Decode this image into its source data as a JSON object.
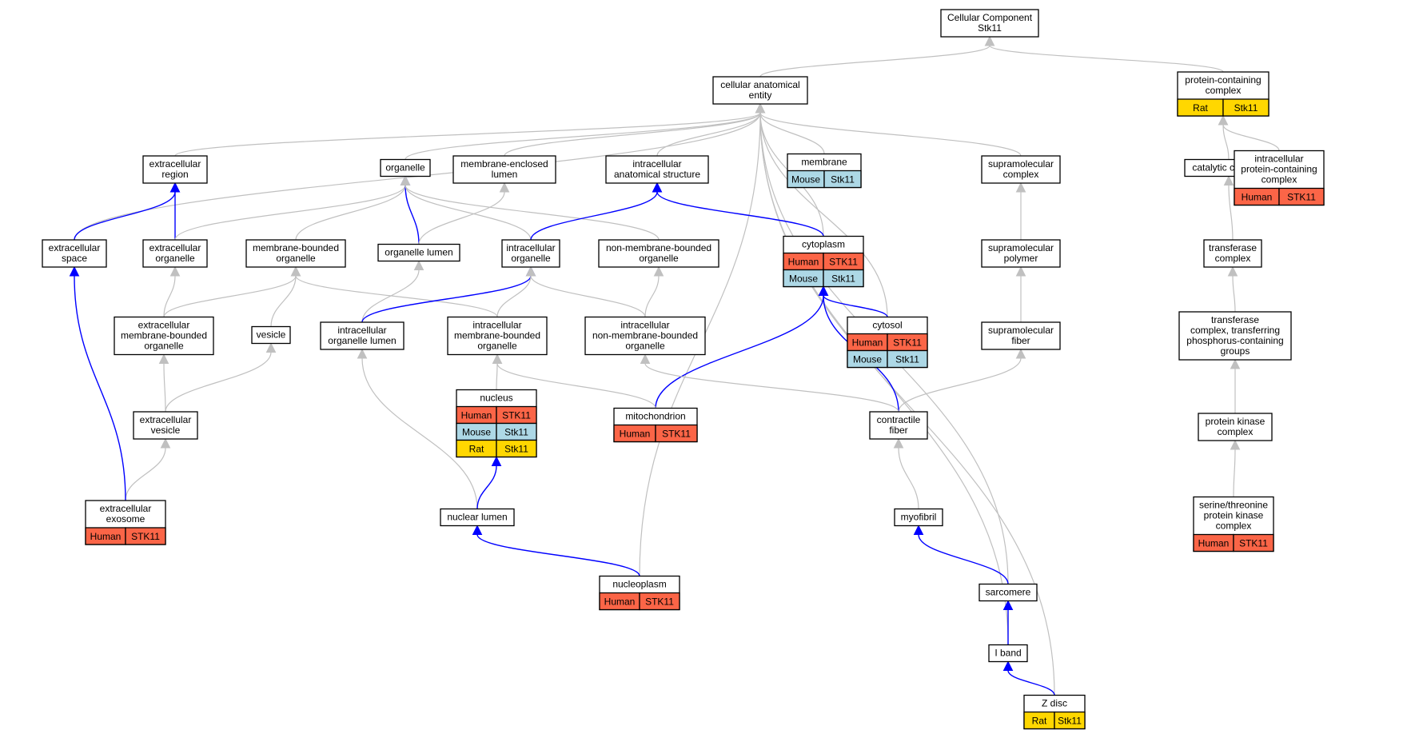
{
  "colors": {
    "human": "#fb6547",
    "mouse": "#add8e6",
    "rat": "#ffd700",
    "edge_isa": "#c0c0c0",
    "edge_partof": "#0000ff"
  },
  "nodes": [
    {
      "id": "cc",
      "lines": [
        "Cellular Component",
        "Stk11"
      ],
      "annotations": []
    },
    {
      "id": "cae",
      "lines": [
        "cellular anatomical",
        "entity"
      ],
      "annotations": []
    },
    {
      "id": "pcc",
      "lines": [
        "protein-containing",
        "complex"
      ],
      "annotations": [
        {
          "species": "Rat",
          "gene": "Stk11"
        }
      ]
    },
    {
      "id": "er",
      "lines": [
        "extracellular",
        "region"
      ],
      "annotations": []
    },
    {
      "id": "org",
      "lines": [
        "organelle"
      ],
      "annotations": []
    },
    {
      "id": "mel",
      "lines": [
        "membrane-enclosed",
        "lumen"
      ],
      "annotations": []
    },
    {
      "id": "ias",
      "lines": [
        "intracellular",
        "anatomical structure"
      ],
      "annotations": []
    },
    {
      "id": "mem",
      "lines": [
        "membrane"
      ],
      "annotations": [
        {
          "species": "Mouse",
          "gene": "Stk11"
        }
      ]
    },
    {
      "id": "smc",
      "lines": [
        "supramolecular",
        "complex"
      ],
      "annotations": []
    },
    {
      "id": "catc",
      "lines": [
        "catalytic complex"
      ],
      "annotations": []
    },
    {
      "id": "ipcc",
      "lines": [
        "intracellular",
        "protein-containing",
        "complex"
      ],
      "annotations": [
        {
          "species": "Human",
          "gene": "STK11"
        }
      ]
    },
    {
      "id": "es",
      "lines": [
        "extracellular",
        "space"
      ],
      "annotations": []
    },
    {
      "id": "eo",
      "lines": [
        "extracellular",
        "organelle"
      ],
      "annotations": []
    },
    {
      "id": "mbo",
      "lines": [
        "membrane-bounded",
        "organelle"
      ],
      "annotations": []
    },
    {
      "id": "ol",
      "lines": [
        "organelle lumen"
      ],
      "annotations": []
    },
    {
      "id": "io",
      "lines": [
        "intracellular",
        "organelle"
      ],
      "annotations": []
    },
    {
      "id": "nmbo",
      "lines": [
        "non-membrane-bounded",
        "organelle"
      ],
      "annotations": []
    },
    {
      "id": "cyto",
      "lines": [
        "cytoplasm"
      ],
      "annotations": [
        {
          "species": "Human",
          "gene": "STK11"
        },
        {
          "species": "Mouse",
          "gene": "Stk11"
        }
      ]
    },
    {
      "id": "smp",
      "lines": [
        "supramolecular",
        "polymer"
      ],
      "annotations": []
    },
    {
      "id": "tc",
      "lines": [
        "transferase",
        "complex"
      ],
      "annotations": []
    },
    {
      "id": "embo",
      "lines": [
        "extracellular",
        "membrane-bounded",
        "organelle"
      ],
      "annotations": []
    },
    {
      "id": "ves",
      "lines": [
        "vesicle"
      ],
      "annotations": []
    },
    {
      "id": "iol",
      "lines": [
        "intracellular",
        "organelle lumen"
      ],
      "annotations": []
    },
    {
      "id": "imbo",
      "lines": [
        "intracellular",
        "membrane-bounded",
        "organelle"
      ],
      "annotations": []
    },
    {
      "id": "inmbo",
      "lines": [
        "intracellular",
        "non-membrane-bounded",
        "organelle"
      ],
      "annotations": []
    },
    {
      "id": "cytosol",
      "lines": [
        "cytosol"
      ],
      "annotations": [
        {
          "species": "Human",
          "gene": "STK11"
        },
        {
          "species": "Mouse",
          "gene": "Stk11"
        }
      ]
    },
    {
      "id": "smf",
      "lines": [
        "supramolecular",
        "fiber"
      ],
      "annotations": []
    },
    {
      "id": "tcp",
      "lines": [
        "transferase",
        "complex, transferring",
        "phosphorus-containing",
        "groups"
      ],
      "annotations": []
    },
    {
      "id": "ev",
      "lines": [
        "extracellular",
        "vesicle"
      ],
      "annotations": []
    },
    {
      "id": "nuc",
      "lines": [
        "nucleus"
      ],
      "annotations": [
        {
          "species": "Human",
          "gene": "STK11"
        },
        {
          "species": "Mouse",
          "gene": "Stk11"
        },
        {
          "species": "Rat",
          "gene": "Stk11"
        }
      ]
    },
    {
      "id": "mito",
      "lines": [
        "mitochondrion"
      ],
      "annotations": [
        {
          "species": "Human",
          "gene": "STK11"
        }
      ]
    },
    {
      "id": "cf",
      "lines": [
        "contractile",
        "fiber"
      ],
      "annotations": []
    },
    {
      "id": "pkc",
      "lines": [
        "protein kinase",
        "complex"
      ],
      "annotations": []
    },
    {
      "id": "exo",
      "lines": [
        "extracellular",
        "exosome"
      ],
      "annotations": [
        {
          "species": "Human",
          "gene": "STK11"
        }
      ]
    },
    {
      "id": "stpkc",
      "lines": [
        "serine/threonine",
        "protein kinase",
        "complex"
      ],
      "annotations": [
        {
          "species": "Human",
          "gene": "STK11"
        }
      ]
    },
    {
      "id": "nl",
      "lines": [
        "nuclear lumen"
      ],
      "annotations": []
    },
    {
      "id": "myo",
      "lines": [
        "myofibril"
      ],
      "annotations": []
    },
    {
      "id": "np",
      "lines": [
        "nucleoplasm"
      ],
      "annotations": [
        {
          "species": "Human",
          "gene": "STK11"
        }
      ]
    },
    {
      "id": "sarc",
      "lines": [
        "sarcomere"
      ],
      "annotations": []
    },
    {
      "id": "iband",
      "lines": [
        "I band"
      ],
      "annotations": []
    },
    {
      "id": "zdisc",
      "lines": [
        "Z disc"
      ],
      "annotations": [
        {
          "species": "Rat",
          "gene": "Stk11"
        }
      ]
    }
  ],
  "edges": [
    {
      "from": "cae",
      "to": "cc",
      "type": "is_a"
    },
    {
      "from": "pcc",
      "to": "cc",
      "type": "is_a"
    },
    {
      "from": "er",
      "to": "cae",
      "type": "is_a"
    },
    {
      "from": "org",
      "to": "cae",
      "type": "is_a"
    },
    {
      "from": "mel",
      "to": "cae",
      "type": "is_a"
    },
    {
      "from": "ias",
      "to": "cae",
      "type": "is_a"
    },
    {
      "from": "mem",
      "to": "cae",
      "type": "is_a"
    },
    {
      "from": "smc",
      "to": "cae",
      "type": "is_a"
    },
    {
      "from": "es",
      "to": "cae",
      "type": "is_a"
    },
    {
      "from": "cyto",
      "to": "cae",
      "type": "is_a"
    },
    {
      "from": "cytosol",
      "to": "cae",
      "type": "is_a"
    },
    {
      "from": "np",
      "to": "cae",
      "type": "is_a"
    },
    {
      "from": "sarc",
      "to": "cae",
      "type": "is_a"
    },
    {
      "from": "zdisc",
      "to": "cae",
      "type": "is_a"
    },
    {
      "from": "iband",
      "to": "cae",
      "type": "is_a"
    },
    {
      "from": "catc",
      "to": "pcc",
      "type": "is_a"
    },
    {
      "from": "ipcc",
      "to": "pcc",
      "type": "is_a"
    },
    {
      "from": "tc",
      "to": "catc",
      "type": "is_a"
    },
    {
      "from": "tcp",
      "to": "tc",
      "type": "is_a"
    },
    {
      "from": "pkc",
      "to": "tcp",
      "type": "is_a"
    },
    {
      "from": "stpkc",
      "to": "pkc",
      "type": "is_a"
    },
    {
      "from": "smp",
      "to": "smc",
      "type": "is_a"
    },
    {
      "from": "smf",
      "to": "smp",
      "type": "is_a"
    },
    {
      "from": "cf",
      "to": "smf",
      "type": "is_a"
    },
    {
      "from": "myo",
      "to": "cf",
      "type": "is_a"
    },
    {
      "from": "es",
      "to": "er",
      "type": "part_of"
    },
    {
      "from": "eo",
      "to": "er",
      "type": "part_of"
    },
    {
      "from": "eo",
      "to": "org",
      "type": "is_a"
    },
    {
      "from": "mbo",
      "to": "org",
      "type": "is_a"
    },
    {
      "from": "ol",
      "to": "org",
      "type": "part_of"
    },
    {
      "from": "io",
      "to": "org",
      "type": "is_a"
    },
    {
      "from": "nmbo",
      "to": "org",
      "type": "is_a"
    },
    {
      "from": "ol",
      "to": "mel",
      "type": "is_a"
    },
    {
      "from": "io",
      "to": "ias",
      "type": "part_of"
    },
    {
      "from": "cyto",
      "to": "ias",
      "type": "part_of"
    },
    {
      "from": "embo",
      "to": "eo",
      "type": "is_a"
    },
    {
      "from": "embo",
      "to": "mbo",
      "type": "is_a"
    },
    {
      "from": "ves",
      "to": "mbo",
      "type": "is_a"
    },
    {
      "from": "imbo",
      "to": "mbo",
      "type": "is_a"
    },
    {
      "from": "iol",
      "to": "ol",
      "type": "is_a"
    },
    {
      "from": "iol",
      "to": "io",
      "type": "part_of"
    },
    {
      "from": "imbo",
      "to": "io",
      "type": "is_a"
    },
    {
      "from": "inmbo",
      "to": "io",
      "type": "is_a"
    },
    {
      "from": "inmbo",
      "to": "nmbo",
      "type": "is_a"
    },
    {
      "from": "cytosol",
      "to": "cyto",
      "type": "part_of"
    },
    {
      "from": "mito",
      "to": "cyto",
      "type": "part_of"
    },
    {
      "from": "cf",
      "to": "cyto",
      "type": "part_of"
    },
    {
      "from": "ev",
      "to": "embo",
      "type": "is_a"
    },
    {
      "from": "ev",
      "to": "ves",
      "type": "is_a"
    },
    {
      "from": "exo",
      "to": "ev",
      "type": "is_a"
    },
    {
      "from": "exo",
      "to": "es",
      "type": "part_of"
    },
    {
      "from": "nl",
      "to": "iol",
      "type": "is_a"
    },
    {
      "from": "nuc",
      "to": "imbo",
      "type": "is_a"
    },
    {
      "from": "mito",
      "to": "imbo",
      "type": "is_a"
    },
    {
      "from": "cf",
      "to": "inmbo",
      "type": "is_a"
    },
    {
      "from": "nl",
      "to": "nuc",
      "type": "part_of"
    },
    {
      "from": "np",
      "to": "nl",
      "type": "part_of"
    },
    {
      "from": "sarc",
      "to": "myo",
      "type": "part_of"
    },
    {
      "from": "iband",
      "to": "sarc",
      "type": "part_of"
    },
    {
      "from": "zdisc",
      "to": "iband",
      "type": "part_of"
    }
  ]
}
